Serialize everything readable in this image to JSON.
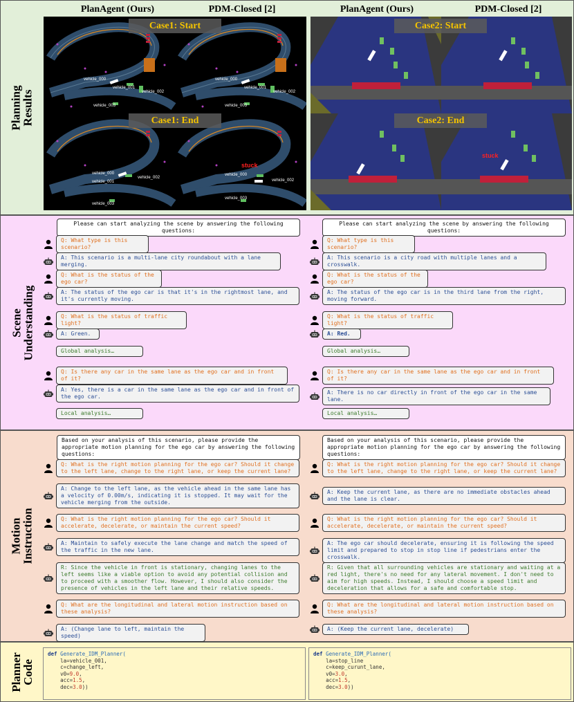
{
  "columns": {
    "ours": "PlanAgent (Ours)",
    "baseline": "PDM-Closed [2]"
  },
  "sections": {
    "planning": "Planning\nResults",
    "scene": "Scene\nUnderstanding",
    "motion": "Motion\nInstruction",
    "code": "Planner\nCode"
  },
  "cases": {
    "case1_start": "Case1: Start",
    "case1_end": "Case1: End",
    "case2_start": "Case2: Start",
    "case2_end": "Case2: End"
  },
  "vehicle_labels": {
    "v000": "vehicle_000",
    "v001": "vehicle_001",
    "v002": "vehicle_002",
    "v003": "vehicle_003",
    "stuck": "stuck"
  },
  "scene": {
    "left": {
      "prompt": "Please can start analyzing the scene by answering the following questions:",
      "q1": "Q: What type is this scenario?",
      "a1": "A: This scenario is a multi-lane city roundabout with a lane merging.",
      "q2": "Q: What is the status of the ego car?",
      "a2": "A: The status of the ego car is that it's in the rightmost lane, and it's currently moving.",
      "q3": "Q: What is the status of traffic light?",
      "a3": "A: Green.",
      "global": "Global analysis…",
      "q4": "Q: Is there any car in the same lane as the ego car and in front of it?",
      "a4": "A: Yes, there is a car in the same lane as the ego car and in front of the ego car.",
      "local": "Local analysis…"
    },
    "right": {
      "prompt": "Please can start analyzing the scene by answering the following questions:",
      "q1": "Q: What type is this scenario?",
      "a1": "A: This scenario is a city road with multiple lanes and a crosswalk.",
      "q2": "Q: What is the status of the ego car?",
      "a2": "A: The status of the ego car is  in the third lane from the right, moving forward.",
      "q3": "Q: What is the status of traffic light?",
      "a3": "A: Red.",
      "global": "Global analysis…",
      "q4": "Q: Is there any car in the same lane as the ego car and in front of it?",
      "a4": "A: There is no car directly in front of the ego car in the same lane.",
      "local": "Local analysis…"
    }
  },
  "motion": {
    "left": {
      "prompt": "Based on your analysis of this scenario, please provide the appropriate motion planning for the ego car by answering the following questions:",
      "q1": "Q: What is the right motion planning for the ego car? Should it change to the left lane, change to the right lane, or keep the current lane?",
      "a1": "A: Change to the left lane, as the vehicle ahead in the same lane has a velocity of 0.00m/s, indicating it is stopped. It may wait for the vehicle merging from the outside.",
      "q2": "Q: What is the right motion planning for the ego car? Should it accelerate, decelerate, or maintain the current speed?",
      "a2": "A:  Maintain to safely execute the lane change and match the speed of the traffic in the new lane.",
      "r": "R: Since the vehicle in front is stationary, changing lanes to the left seems like a viable option to avoid any potential collision and to proceed with a smoother flow. However, I should also consider the presence of vehicles in the left lane and their relative speeds.",
      "q3": "Q: What are the longitudinal and lateral motion instruction based on these analysis?",
      "a3": "A: (Change lane to left, maintain the speed)"
    },
    "right": {
      "prompt": "Based on your analysis of this scenario, please provide the appropriate motion planning for the ego car by answering the following questions:",
      "q1": "Q: What is the right motion planning for the ego car? Should it change to the left lane, change to the right lane, or keep the current lane?",
      "a1": "A: Keep the current lane, as there are no immediate obstacles ahead and the lane is clear.",
      "q2": "Q: What is the right motion planning for the ego car? Should it accelerate, decelerate, or maintain the current speed?",
      "a2": "A:  The ego car should decelerate, ensuring it is following the speed limit and prepared to stop in stop line if pedestrians enter the crosswalk.",
      "r": "R: Given that all surrounding vehicles are stationary and waiting at a red light, there's no need for any lateral movement. I don't need to aim for high speeds. Instead, I should choose a speed limit and deceleration that allows for a safe and comfortable stop.",
      "q3": "Q: What are the longitudinal and lateral motion instruction based on these analysis?",
      "a3": "A: (Keep the current lane, decelerate)"
    }
  },
  "code": {
    "left": {
      "kw": "def",
      "fn": "Generate_IDM_Planner(",
      "la": "la=vehicle_001,",
      "c": "c=change_left,",
      "v0k": "v0=",
      "v0v": "9.0",
      "acck": "acc=",
      "accv": "1.5",
      "deck": "dec=",
      "decv": "3.0"
    },
    "right": {
      "kw": "def",
      "fn": "Generate_IDM_Planner(",
      "la": "la=stop_line",
      "c": "c=keep_curunt_lane,",
      "v0k": "v0=",
      "v0v": "3.0",
      "acck": "acc=",
      "accv": "1.5",
      "deck": "dec=",
      "decv": "3.0"
    }
  },
  "colors": {
    "planning_bg": "#e2efd9",
    "scene_bg": "#fbd9fa",
    "motion_bg": "#f8dccd",
    "code_bg": "#fff7c8",
    "question": "#e07020",
    "answer": "#2c4f96",
    "reasoning": "#3c7a2c",
    "banner_text": "#f5c400"
  },
  "icons": {
    "user": "person-icon",
    "agent": "robot-icon"
  }
}
